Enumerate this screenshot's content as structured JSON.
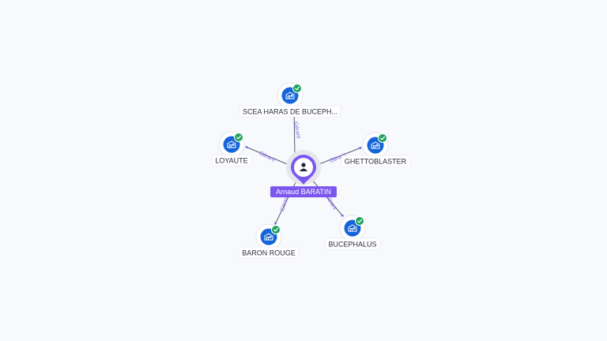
{
  "center": {
    "label": "Arnaud BARATIN",
    "icon": "person-icon"
  },
  "edge_label": "Gérant",
  "nodes": [
    {
      "id": "scea",
      "label": "SCEA HARAS DE BUCEPH...",
      "icon": "building-icon",
      "verified": true
    },
    {
      "id": "loyaute",
      "label": "LOYAUTE",
      "icon": "building-icon",
      "verified": true
    },
    {
      "id": "ghettoblaster",
      "label": "GHETTOBLASTER",
      "icon": "building-icon",
      "verified": true
    },
    {
      "id": "baron-rouge",
      "label": "BARON ROUGE",
      "icon": "building-icon",
      "verified": true
    },
    {
      "id": "bucephalus",
      "label": "BUCEPHALUS",
      "icon": "building-icon",
      "verified": true
    }
  ],
  "colors": {
    "accent": "#7b57f0",
    "node_fill": "#1565d8",
    "verified": "#1ea35a",
    "edge_label": "#7a63e6"
  }
}
